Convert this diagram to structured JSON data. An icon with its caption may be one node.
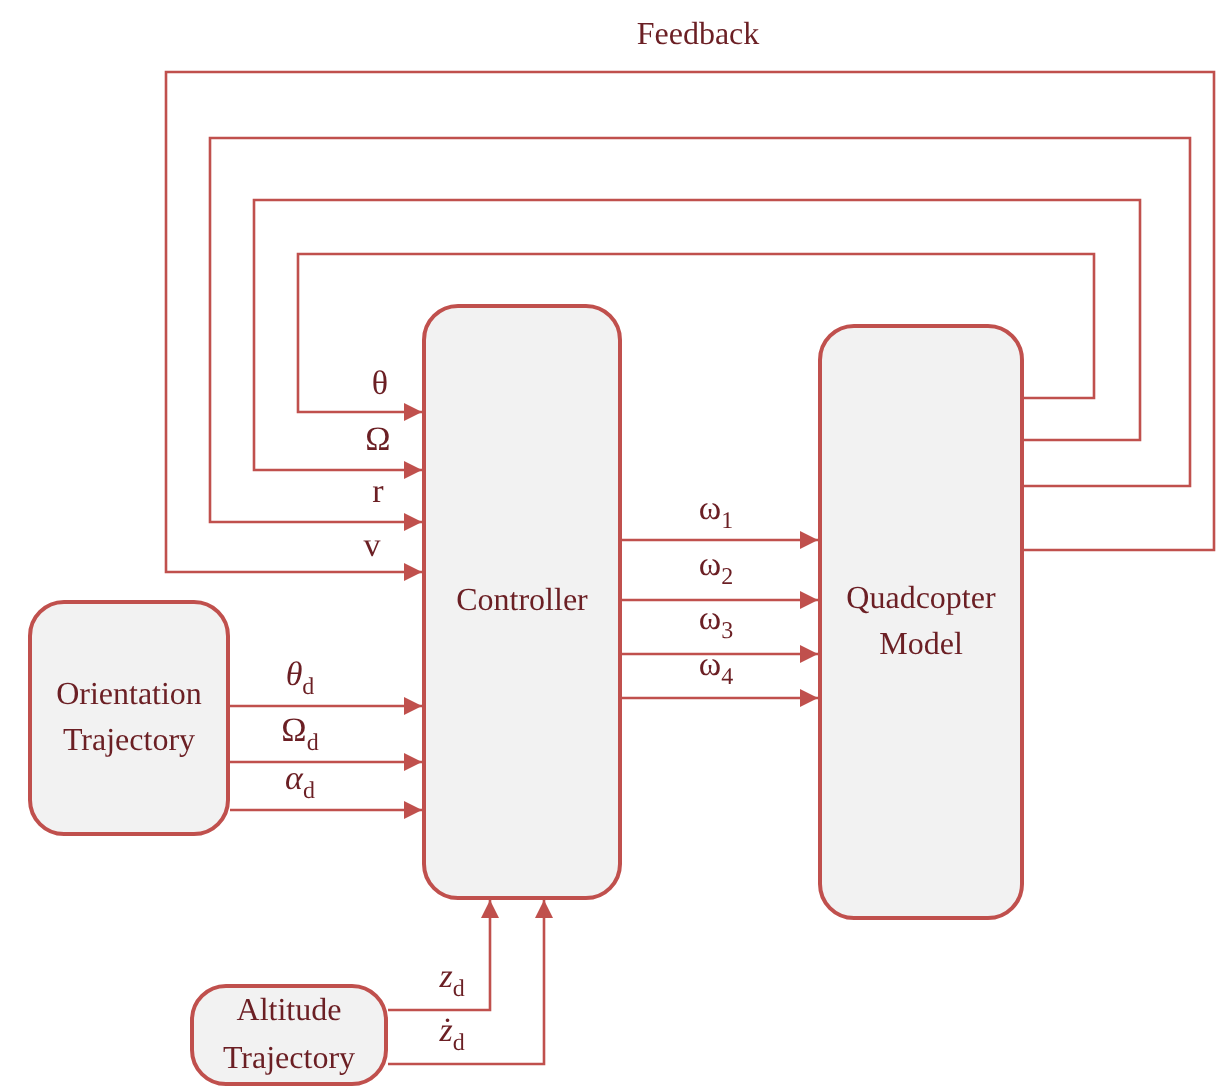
{
  "diagram": {
    "nodes": [
      {
        "text": [
          "Controller"
        ]
      },
      {
        "text": [
          "Quadcopter Model"
        ]
      },
      {
        "text": [
          "Orientation Trajectory"
        ]
      },
      {
        "text": [
          "Altitude Trajectory"
        ]
      }
    ],
    "edges": [
      {
        "from": 1,
        "to": 0,
        "arrow": "to",
        "label": "θ"
      },
      {
        "from": 1,
        "to": 0,
        "arrow": "to",
        "label": "Ω"
      },
      {
        "from": 1,
        "to": 0,
        "arrow": "to",
        "label": "r"
      },
      {
        "from": 1,
        "to": 0,
        "arrow": "to",
        "label": "v"
      },
      {
        "from": 0,
        "to": 1,
        "arrow": "to",
        "label": "ω$_{1}$"
      },
      {
        "from": 0,
        "to": 1,
        "arrow": "to",
        "label": "ω$_{2}$"
      },
      {
        "from": 0,
        "to": 1,
        "arrow": "to",
        "label": "ω$_{3}$"
      },
      {
        "from": 0,
        "to": 1,
        "arrow": "to",
        "label": "ω$_{4}$"
      },
      {
        "from": 2,
        "to": 0,
        "arrow": "to",
        "label": "*θ*$_{d}$"
      },
      {
        "from": 2,
        "to": 0,
        "arrow": "to",
        "label": "Ω$_{d}$"
      },
      {
        "from": 2,
        "to": 0,
        "arrow": "to",
        "label": "*α*$_{d}$"
      },
      {
        "from": 3,
        "to": 0,
        "arrow": "to",
        "label": "*z*$_{d}$"
      },
      {
        "from": 3,
        "to": 0,
        "arrow": "to",
        "label": "*ż*$_{d}$"
      }
    ],
    "labels": [
      "Feedback"
    ]
  }
}
